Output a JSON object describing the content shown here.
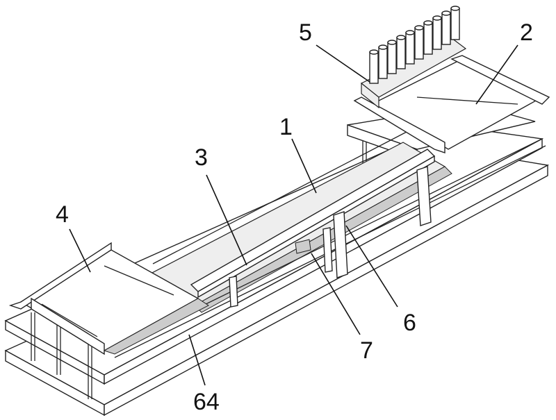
{
  "figure": {
    "labels": {
      "l5": "5",
      "l2": "2",
      "l1": "1",
      "l3": "3",
      "l4": "4",
      "l6": "6",
      "l7": "7",
      "l64": "64"
    }
  }
}
